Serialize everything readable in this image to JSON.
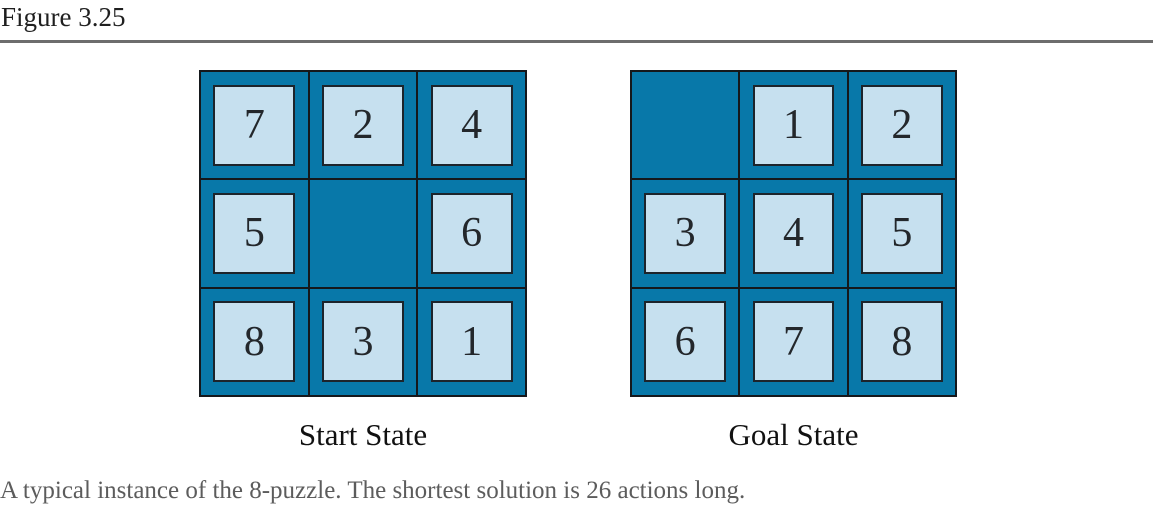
{
  "figure_label": "Figure 3.25",
  "boards": {
    "start": {
      "label": "Start State",
      "tiles": [
        [
          "7",
          "2",
          "4"
        ],
        [
          "5",
          "",
          "6"
        ],
        [
          "8",
          "3",
          "1"
        ]
      ]
    },
    "goal": {
      "label": "Goal State",
      "tiles": [
        [
          "",
          "1",
          "2"
        ],
        [
          "3",
          "4",
          "5"
        ],
        [
          "6",
          "7",
          "8"
        ]
      ]
    }
  },
  "caption": "A typical instance of the 8-puzzle. The shortest solution is 26 actions long.",
  "colors": {
    "board_background": "#0878a9",
    "tile_background": "#c6e0ef",
    "grid_line": "#15181c",
    "divider_rule": "#6d6d6d",
    "caption_text": "#5c5c5c"
  }
}
